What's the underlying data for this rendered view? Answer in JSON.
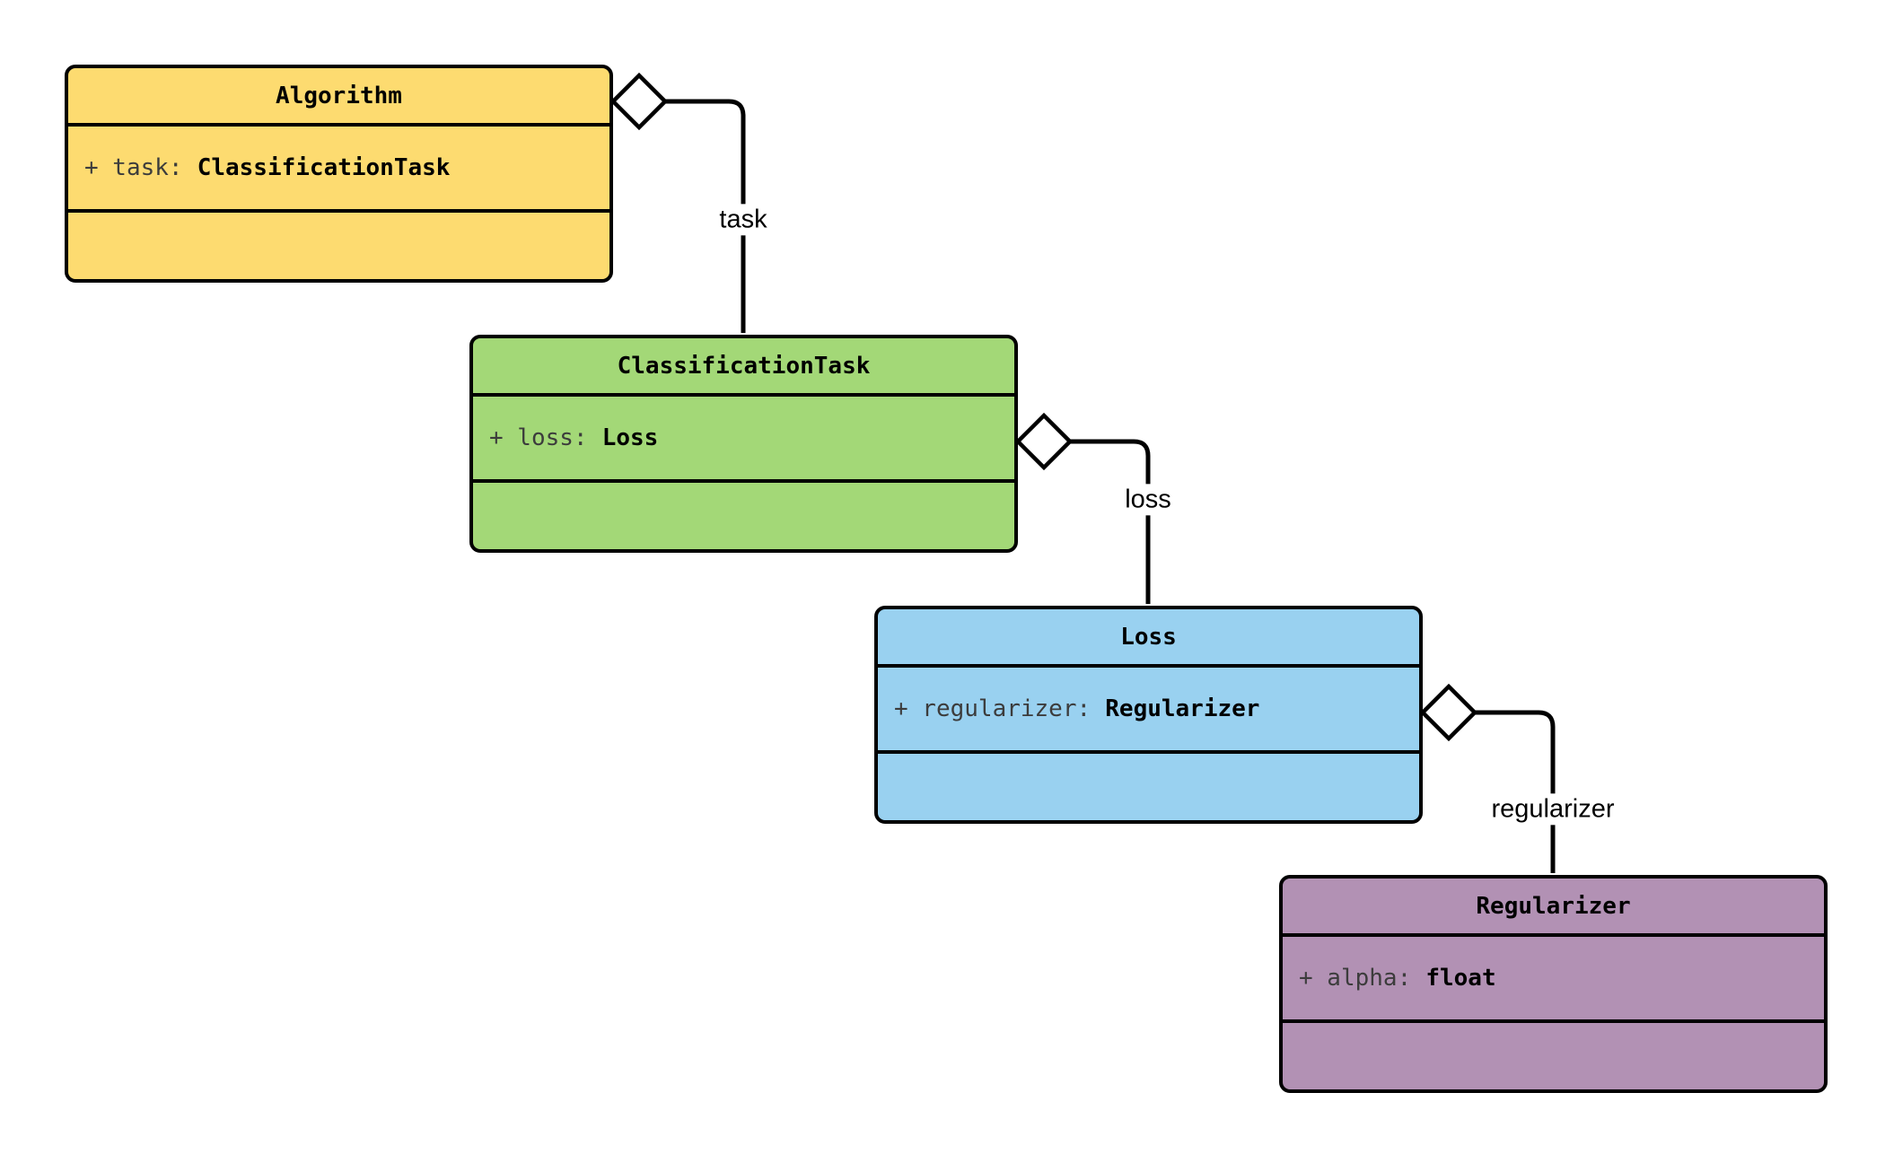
{
  "diagram": {
    "kind": "uml-class-diagram",
    "classes": [
      {
        "name": "Algorithm",
        "attr_name": "+ task:",
        "attr_type": "ClassificationTask",
        "fill": "#FDDB70"
      },
      {
        "name": "ClassificationTask",
        "attr_name": "+ loss:",
        "attr_type": "Loss",
        "fill": "#A3D877"
      },
      {
        "name": "Loss",
        "attr_name": "+ regularizer:",
        "attr_type": "Regularizer",
        "fill": "#99D1F0"
      },
      {
        "name": "Regularizer",
        "attr_name": "+ alpha:",
        "attr_type": "float",
        "fill": "#B291B4"
      }
    ],
    "relations": [
      {
        "label": "task",
        "from": "Algorithm",
        "to": "ClassificationTask",
        "type": "aggregation"
      },
      {
        "label": "loss",
        "from": "ClassificationTask",
        "to": "Loss",
        "type": "aggregation"
      },
      {
        "label": "regularizer",
        "from": "Loss",
        "to": "Regularizer",
        "type": "aggregation"
      }
    ],
    "colors": {
      "background": "#FFFFFF",
      "border": "#000000",
      "line": "#000000",
      "diamond_fill": "#FFFFFF",
      "attr_name_text": "#3C3C3C",
      "attr_type_text": "#000000",
      "title_text": "#000000",
      "label_text": "#000000",
      "yellow": "#FDDB70",
      "green": "#A3D877",
      "blue": "#99D1F0",
      "purple": "#B291B4"
    }
  }
}
